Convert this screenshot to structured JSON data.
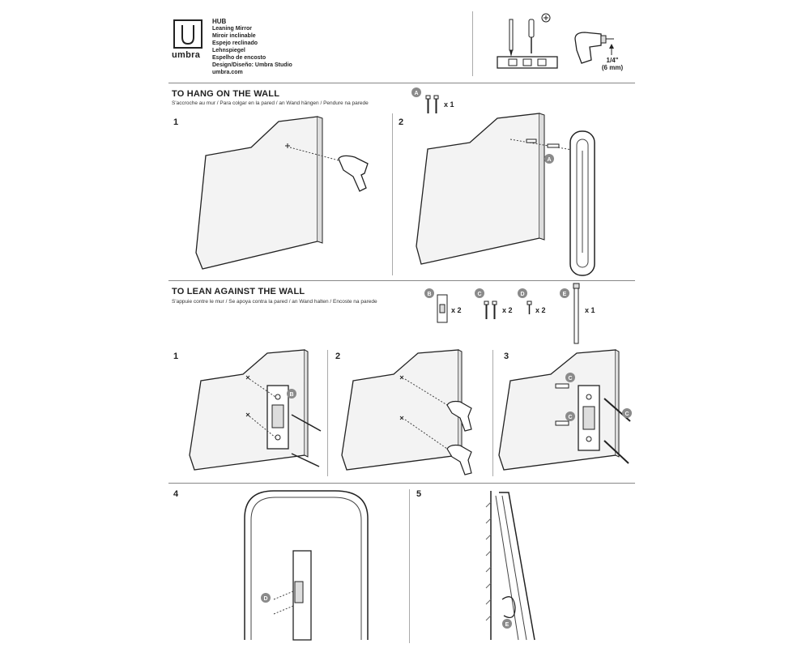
{
  "brand": {
    "logo_letter": "U",
    "name": "umbra"
  },
  "product": {
    "title": "HUB",
    "lines": [
      "Leaning Mirror",
      "Miroir inclinable",
      "Espejo reclinado",
      "Lehnspiegel",
      "Espelho de encosto",
      "Design/Diseño: Umbra Studio",
      "umbra.com"
    ]
  },
  "tools": {
    "drill_bit_size": "1/4\"",
    "drill_bit_mm": "(6 mm)",
    "icons": [
      "pencil-icon",
      "screwdriver-icon",
      "level-icon",
      "drill-icon"
    ]
  },
  "section_hang": {
    "title": "TO HANG ON THE WALL",
    "subtitle": "S'accroche au mur / Para colgar en la pared / an Wand hängen / Pendure na parede",
    "parts": [
      {
        "letter": "A",
        "qty": "x 1"
      }
    ],
    "steps": [
      "1",
      "2"
    ]
  },
  "section_lean": {
    "title": "TO LEAN AGAINST THE WALL",
    "subtitle": "S'appuie contre le mur / Se apoya contra la pared / an Wand halten / Encoste na parede",
    "parts": [
      {
        "letter": "B",
        "qty": "x 2"
      },
      {
        "letter": "C",
        "qty": "x 2"
      },
      {
        "letter": "D",
        "qty": "x 2"
      },
      {
        "letter": "E",
        "qty": "x 1"
      }
    ],
    "steps": [
      "1",
      "2",
      "3",
      "4",
      "5"
    ]
  },
  "callouts": {
    "a": "A",
    "b": "B",
    "c": "C",
    "d": "D",
    "e": "E"
  },
  "colors": {
    "ink": "#222222",
    "wall_fill": "#f3f3f3",
    "badge": "#8a8a8a",
    "divider": "#9a9a9a"
  }
}
